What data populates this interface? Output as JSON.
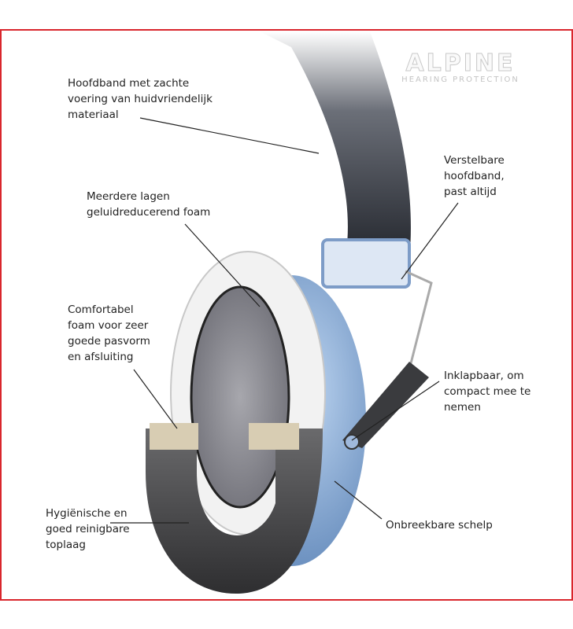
{
  "logo": {
    "brand": "ALPINE",
    "tagline": "HEARING PROTECTION"
  },
  "labels": {
    "headband": "Hoofdband met zachte\nvoering van huidvriendelijk\nmateriaal",
    "foam_layers": "Meerdere lagen\ngeluidreducerend foam",
    "comfort_foam": "Comfortabel\nfoam voor zeer\ngoede pasvorm\nen afsluiting",
    "top_layer": "Hygiënische en\ngoed reinigbare\ntoplaag",
    "adjustable": "Verstelbare\nhoofdband,\npast altijd",
    "foldable": "Inklapbaar, om\ncompact mee te\nnemen",
    "shell": "Onbreekbare schelp"
  },
  "colors": {
    "frame": "#d9262c",
    "shell": "#8fb3de",
    "cushion": "#4a4a4c",
    "headband": "#2b2e36"
  }
}
